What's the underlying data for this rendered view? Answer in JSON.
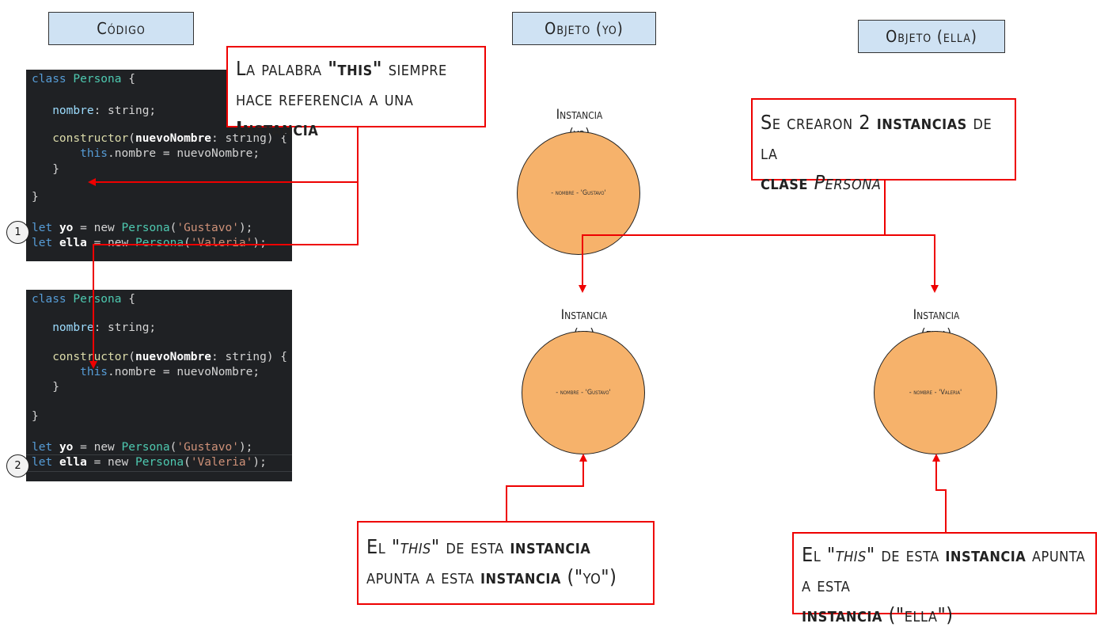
{
  "headers": {
    "codigo": "Código",
    "objeto_yo": "Objeto (yo)",
    "objeto_ella": "Objeto (ella)"
  },
  "code": {
    "class_kw": "class",
    "class_name": "Persona",
    "open_brace": "{",
    "prop_name": "nombre",
    "prop_type": ": string;",
    "ctor": "constructor",
    "param": "nuevoNombre",
    "param_type": ": string) {",
    "this_kw": "this",
    "assign": ".nombre = nuevoNombre;",
    "close_inner": "}",
    "close_outer": "}",
    "let_kw": "let",
    "var_yo": "yo",
    "var_ella": "ella",
    "eq_new": "= new",
    "arg_yo": "'Gustavo'",
    "arg_ella": "'Valeria'",
    "paren_end": ");"
  },
  "steps": {
    "one": "1",
    "two": "2"
  },
  "callouts": {
    "this_ref_1": "La palabra",
    "this_ref_2": "\"this\"",
    "this_ref_3": "siempre hace referencia a una",
    "this_ref_4": "Instancia",
    "created_1": "Se crearon 2",
    "created_2": "instancias",
    "created_3": "de la",
    "created_4": "clase",
    "created_5": "Persona",
    "yo_1": "El \"",
    "yo_2": "this",
    "yo_3": "\" de esta",
    "yo_4": "instancia",
    "yo_5": "apunta a esta",
    "yo_6": "instancia",
    "yo_7": "(\"yo\")",
    "ella_1": "El \"",
    "ella_2": "this",
    "ella_3": "\" de esta",
    "ella_4": "instancia",
    "ella_5": "apunta a esta",
    "ella_6": "instancia",
    "ella_7": "(\"ella\")"
  },
  "instances": {
    "top": {
      "label": "Instancia",
      "name": "(yo)",
      "prop": "- nombre - 'Gustavo'"
    },
    "left": {
      "label": "Instancia",
      "name": "(yo)",
      "prop": "- nombre - 'Gustavo'"
    },
    "right": {
      "label": "Instancia",
      "name": "(ella)",
      "prop": "- nombre - 'Valeria'"
    }
  },
  "colors": {
    "arrow": "#ee0000",
    "circle_fill": "#f6b26b",
    "header_fill": "#cfe2f3",
    "code_bg": "#1f2124"
  }
}
